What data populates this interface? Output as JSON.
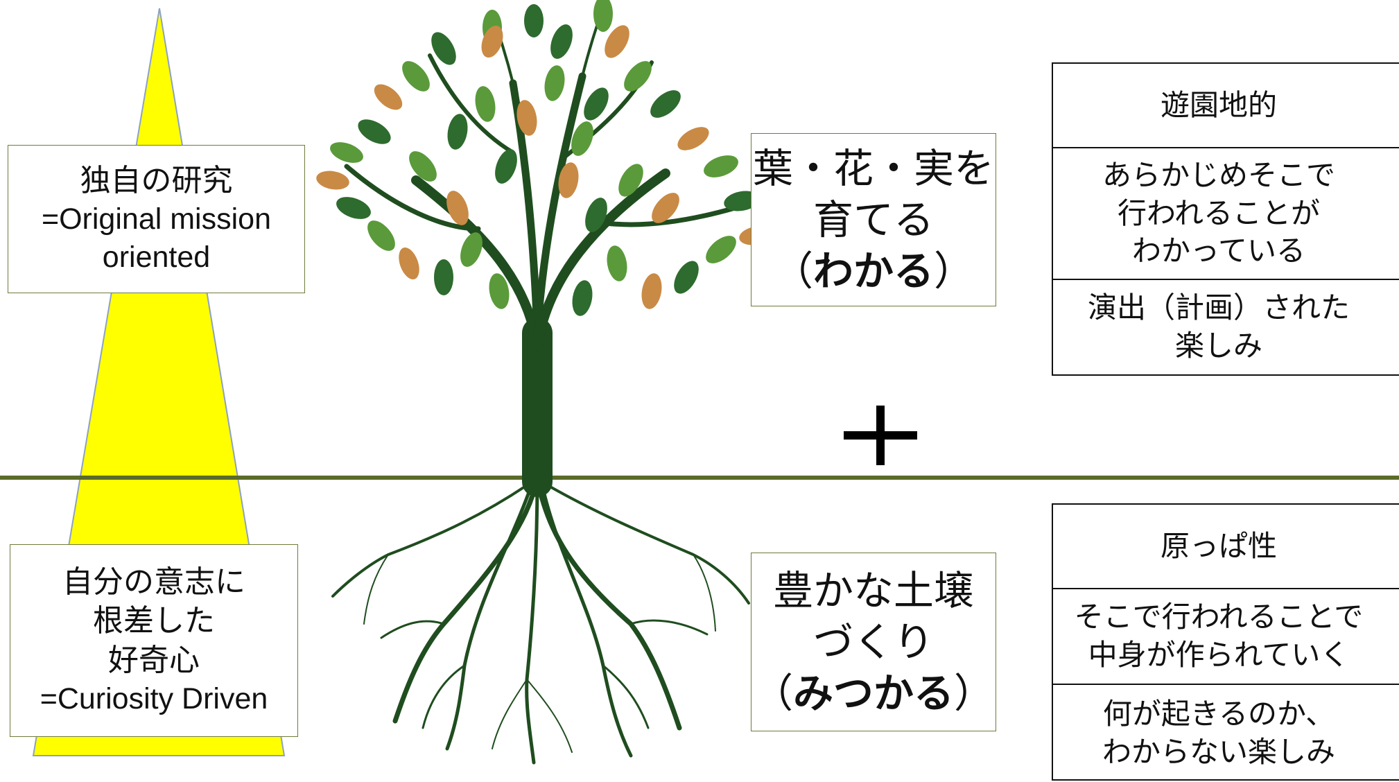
{
  "left": {
    "upper_label": {
      "line1": "独自の研究",
      "line2": "=Original mission",
      "line3": "oriented"
    },
    "lower_label": {
      "line1": "自分の意志に",
      "line2": "根差した",
      "line3": "好奇心",
      "line4": "=Curiosity Driven"
    }
  },
  "center": {
    "leaves_label": {
      "line1": "葉・花・実を",
      "line2": "育てる",
      "line3_open": "（",
      "line3_bold": "わかる",
      "line3_close": "）"
    },
    "soil_label": {
      "line1": "豊かな土壌",
      "line2": "づくり",
      "line3_open": "（",
      "line3_bold": "みつかる",
      "line3_close": "）"
    },
    "plus_symbol": "+"
  },
  "right": {
    "upper_table": {
      "title": "遊園地的",
      "row1": [
        "あらかじめそこで",
        "行われることが",
        "わかっている"
      ],
      "row2": [
        "演出（計画）された",
        "楽しみ"
      ]
    },
    "lower_table": {
      "title": "原っぱ性",
      "row1": [
        "そこで行われることで",
        "中身が作られていく"
      ],
      "row2": [
        "何が起きるのか、",
        "わからない楽しみ"
      ]
    }
  },
  "colors": {
    "pyramid_fill": "#ffff00",
    "ground_line": "#5b6b2a",
    "trunk": "#1f4d1f",
    "leaf_green": "#5a9a3a",
    "leaf_dark": "#2e6b2e",
    "leaf_brown": "#c98a45",
    "box_border": "#6e7a3a"
  }
}
